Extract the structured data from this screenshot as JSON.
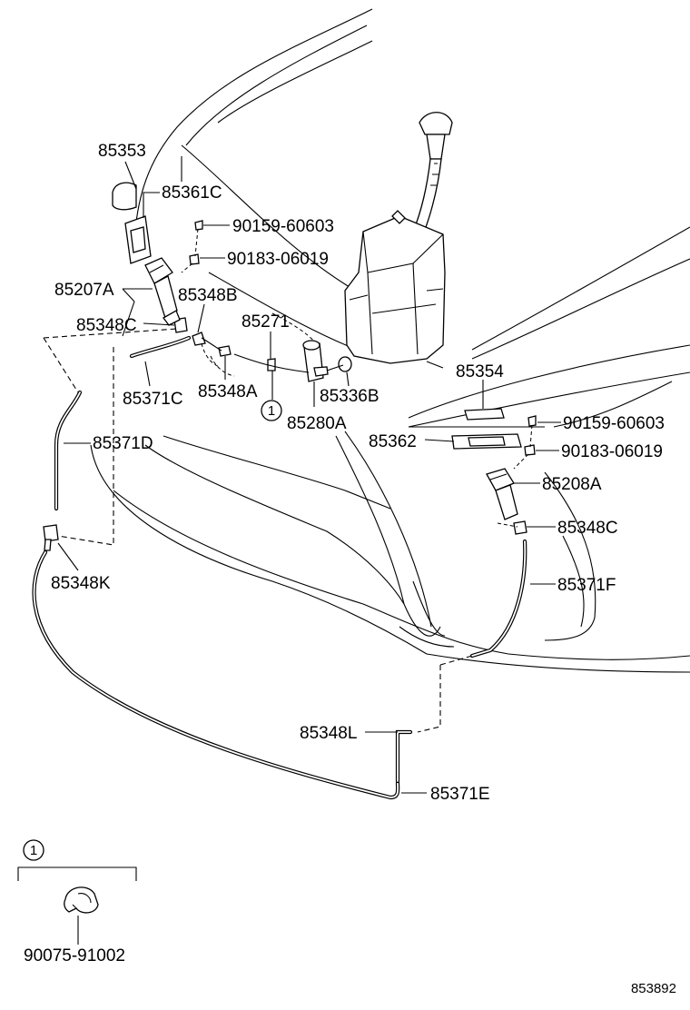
{
  "labels": {
    "p85353": "85353",
    "p85361c": "85361C",
    "p90159_60603_a": "90159-60603",
    "p90183_06019_a": "90183-06019",
    "p85207a": "85207A",
    "p85348b": "85348B",
    "p85348c_a": "85348C",
    "p85271": "85271",
    "p85371c": "85371C",
    "p85348a": "85348A",
    "p85336b": "85336B",
    "p85280a": "85280A",
    "p85354": "85354",
    "p85371d": "85371D",
    "p90159_60603_b": "90159-60603",
    "p85362": "85362",
    "p90183_06019_b": "90183-06019",
    "p85208a": "85208A",
    "p85348c_b": "85348C",
    "p85348k": "85348K",
    "p85371f": "85371F",
    "p85348l": "85348L",
    "p85371e": "85371E",
    "p90075_91002": "90075-91002"
  },
  "callout": {
    "marker_main": "1",
    "marker_inset": "1"
  },
  "drawing_code": "853892"
}
